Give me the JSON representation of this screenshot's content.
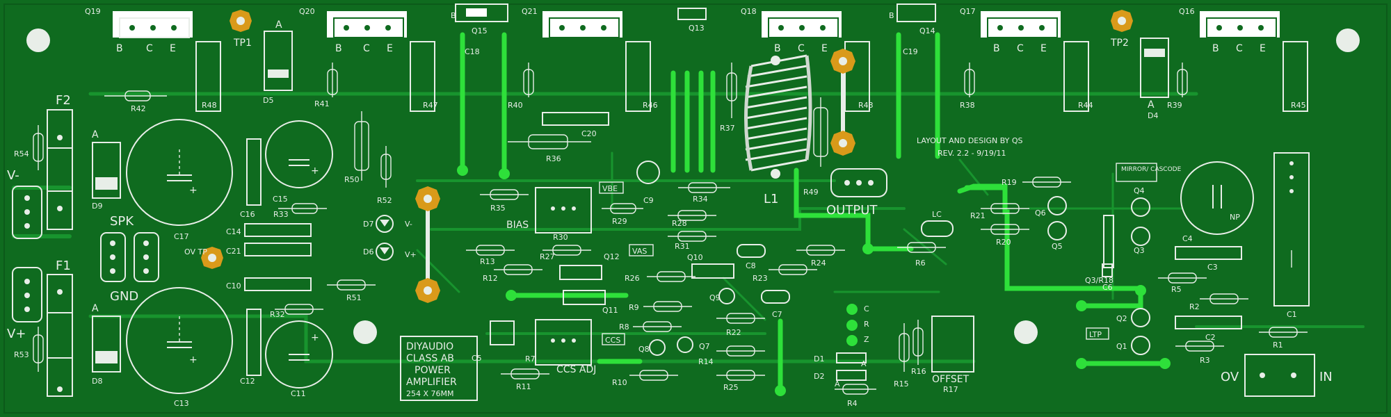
{
  "header": {
    "credit": "LAYOUT AND DESIGN BY QS",
    "revision": "REV. 2.2 - 9/19/11"
  },
  "title_block": {
    "line1": "DIYAUDIO",
    "line2": "CLASS AB",
    "line3": "POWER",
    "line4": "AMPLIFIER",
    "size": "254 X 76MM"
  },
  "connectors": {
    "output": "OUTPUT",
    "spk": "SPK",
    "gnd": "GND",
    "v_minus": "V-",
    "v_plus": "V+",
    "in": "IN",
    "ov": "OV",
    "ov_tp": "OV TP",
    "tp1": "TP1",
    "tp2": "TP2",
    "f1": "F1",
    "f2": "F2"
  },
  "boxes": {
    "bias": "BIAS",
    "ccs_adj": "CCS ADJ",
    "offset": "OFFSET",
    "vbe": "VBE",
    "vas": "VAS",
    "ccs": "CCS",
    "ltp": "LTP",
    "mirror": "MIRROR/ CASCODE"
  },
  "pin_letters": {
    "b": "B",
    "c": "C",
    "e": "E",
    "a": "A",
    "r": "R",
    "z": "Z"
  },
  "output_transistors": [
    {
      "ref": "Q19"
    },
    {
      "ref": "Q20"
    },
    {
      "ref": "Q21"
    },
    {
      "ref": "Q18"
    },
    {
      "ref": "Q17"
    },
    {
      "ref": "Q16"
    }
  ],
  "designators": {
    "q15": "Q15",
    "q13": "Q13",
    "q14": "Q14",
    "q12": "Q12",
    "q11": "Q11",
    "q10": "Q10",
    "q9": "Q9",
    "q8": "Q8",
    "q7": "Q7",
    "q6": "Q6",
    "q5": "Q5",
    "q4": "Q4",
    "q3": "Q3",
    "q2": "Q2",
    "q1": "Q1",
    "q3r18": "Q3/R18",
    "d1": "D1",
    "d2": "D2",
    "d4": "D4",
    "d5": "D5",
    "d6": "D6",
    "d7": "D7",
    "d8": "D8",
    "d9": "D9",
    "c1": "C1",
    "c2": "C2",
    "c3": "C3",
    "c4": "C4",
    "c5": "C5",
    "c6": "C6",
    "c7": "C7",
    "c8": "C8",
    "c9": "C9",
    "c10": "C10",
    "c11": "C11",
    "c12": "C12",
    "c13": "C13",
    "c14": "C14",
    "c15": "C15",
    "c16": "C16",
    "c17": "C17",
    "c18": "C18",
    "c19": "C19",
    "c20": "C20",
    "c21": "C21",
    "r1": "R1",
    "r2": "R2",
    "r3": "R3",
    "r4": "R4",
    "r5": "R5",
    "r6": "R6",
    "r7": "R7",
    "r8": "R8",
    "r9": "R9",
    "r10": "R10",
    "r11": "R11",
    "r12": "R12",
    "r13": "R13",
    "r14": "R14",
    "r15": "R15",
    "r16": "R16",
    "r17": "R17",
    "r19": "R19",
    "r20": "R20",
    "r21": "R21",
    "r22": "R22",
    "r23": "R23",
    "r24": "R24",
    "r25": "R25",
    "r26": "R26",
    "r27": "R27",
    "r28": "R28",
    "r29": "R29",
    "r30": "R30",
    "r31": "R31",
    "r32": "R32",
    "r33": "R33",
    "r34": "R34",
    "r35": "R35",
    "r36": "R36",
    "r37": "R37",
    "r38": "R38",
    "r39": "R39",
    "r40": "R40",
    "r41": "R41",
    "r42": "R42",
    "r43": "R43",
    "r44": "R44",
    "r45": "R45",
    "r46": "R46",
    "r47": "R47",
    "r48": "R48",
    "r49": "R49",
    "r50": "R50",
    "r51": "R51",
    "r52": "R52",
    "r53": "R53",
    "r54": "R54",
    "l1": "L1",
    "lc": "LC",
    "np": "NP",
    "plus": "+"
  }
}
